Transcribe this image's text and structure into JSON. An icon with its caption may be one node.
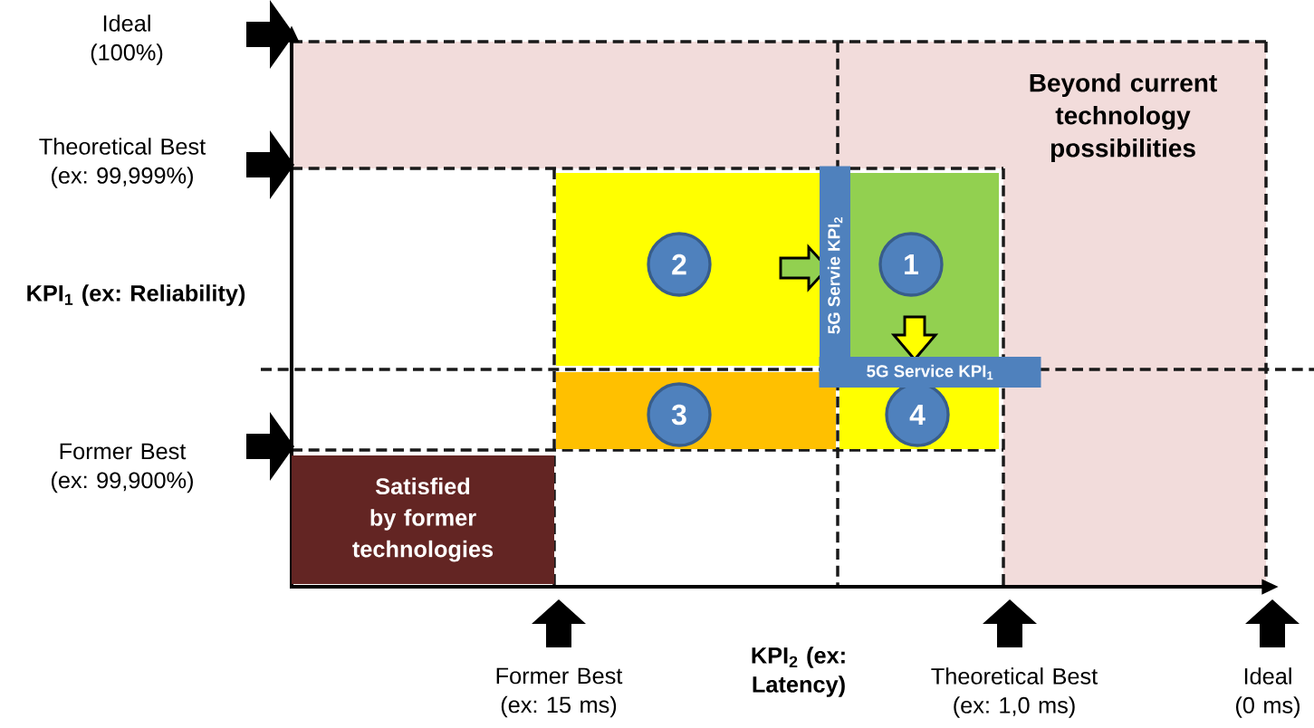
{
  "diagram": {
    "nodes": [
      {
        "text": [
          "Beyond current technology possibilities"
        ]
      },
      {
        "text": [
          "Satisfied by former technologies"
        ]
      },
      {
        "text": [
          "2"
        ]
      },
      {
        "text": [
          "1"
        ]
      },
      {
        "text": [
          "3"
        ]
      },
      {
        "text": [
          "4"
        ]
      },
      {
        "text": [
          "5G Servie KPI$_{2}$"
        ]
      },
      {
        "text": [
          "5G Service KPI$_{1}$"
        ]
      }
    ],
    "edges": [],
    "labels": [
      "Ideal (100%)",
      "Theoretical Best (ex: 99,999%)",
      "KPI$_{1}$ (ex: Reliability)",
      "Former Best (ex: 99,900%)",
      "Former Best (ex: 15 ms)",
      "KPI$_{2}$ (ex: Latency)",
      "Theoretical Best (ex: 1,0 ms)",
      "Ideal (0 ms)"
    ]
  }
}
